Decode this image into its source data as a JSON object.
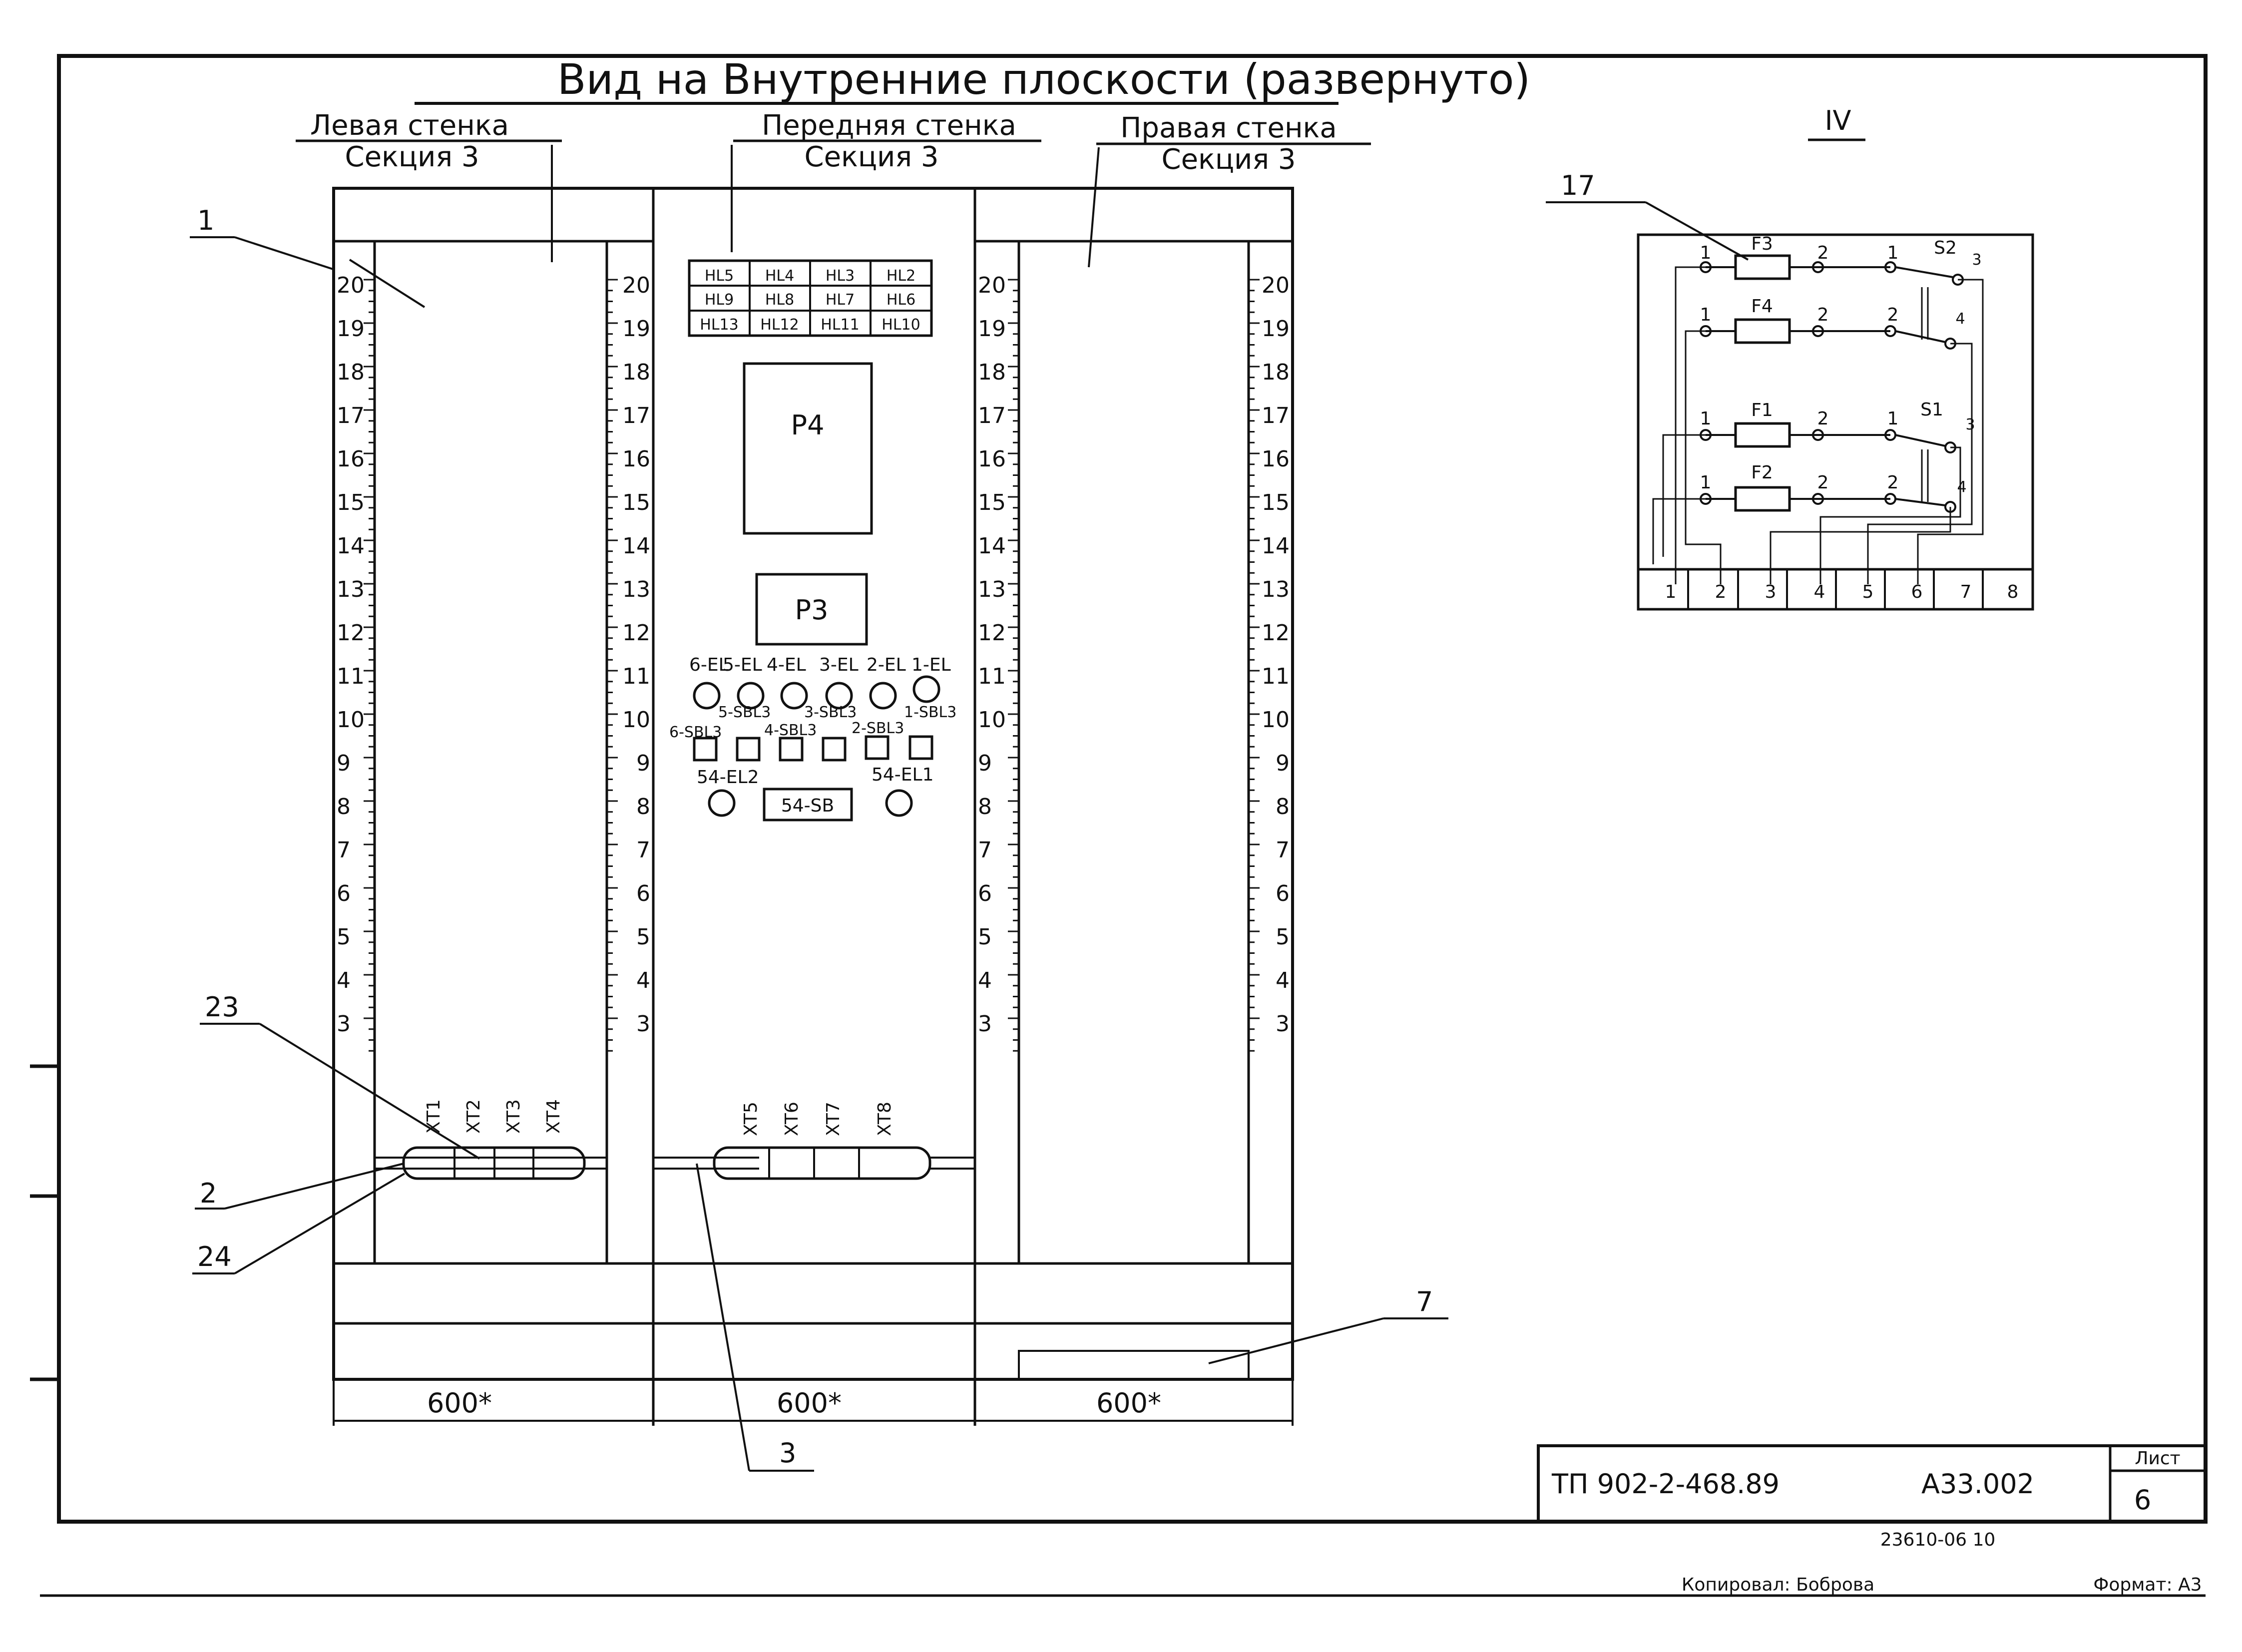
{
  "title": "Вид на Внутренние плоскости (развернуто)",
  "walls": [
    {
      "name": "Левая стенка",
      "section": "Секция 3",
      "width": "600*"
    },
    {
      "name": "Передняя стенка",
      "section": "Секция 3",
      "width": "600*"
    },
    {
      "name": "Правая стенка",
      "section": "Секция 3",
      "width": "600*"
    }
  ],
  "ruler_marks": [
    "20",
    "19",
    "18",
    "17",
    "16",
    "15",
    "14",
    "13",
    "12",
    "11",
    "10",
    "9",
    "8",
    "7",
    "6",
    "5",
    "4",
    "3"
  ],
  "indicator_grid": [
    [
      "HL5",
      "HL4",
      "HL3",
      "HL2"
    ],
    [
      "HL9",
      "HL8",
      "HL7",
      "HL6"
    ],
    [
      "HL13",
      "HL12",
      "HL11",
      "HL10"
    ]
  ],
  "relays": [
    "Р4",
    "Р3"
  ],
  "lamps": [
    "6-EL",
    "5-EL",
    "4-EL",
    "3-EL",
    "2-EL",
    "1-EL"
  ],
  "buttons_top": [
    "5-SBL3",
    "3-SBL3",
    "1-SBL3"
  ],
  "buttons_bottom": [
    "6-SBL3",
    "4-SBL3",
    "2-SBL3"
  ],
  "lamp_54_left": "54-EL2",
  "lamp_54_right": "54-EL1",
  "button_54": "54-SB",
  "terminal_blocks_left": [
    "XT1",
    "XT2",
    "XT3",
    "XT4"
  ],
  "terminal_blocks_front": [
    "XT5",
    "XT6",
    "XT7",
    "XT8"
  ],
  "callouts": [
    "1",
    "23",
    "2",
    "24",
    "3",
    "7",
    "17"
  ],
  "schematic": {
    "view": "IV",
    "fuses": [
      "F3",
      "F4",
      "F1",
      "F2"
    ],
    "switches": [
      "S2",
      "S1"
    ],
    "pin_1": "1",
    "pin_2": "2",
    "pin_3": "3",
    "pin_4": "4",
    "terminals": [
      "1",
      "2",
      "3",
      "4",
      "5",
      "6",
      "7",
      "8"
    ]
  },
  "stamp": {
    "doc": "ТП 902-2-468.89",
    "code": "А33.002",
    "sheet_label": "Лист",
    "sheet": "6",
    "inventory": "23610-06 10",
    "copied": "Копировал: Боброва",
    "format": "Формат: А3"
  }
}
